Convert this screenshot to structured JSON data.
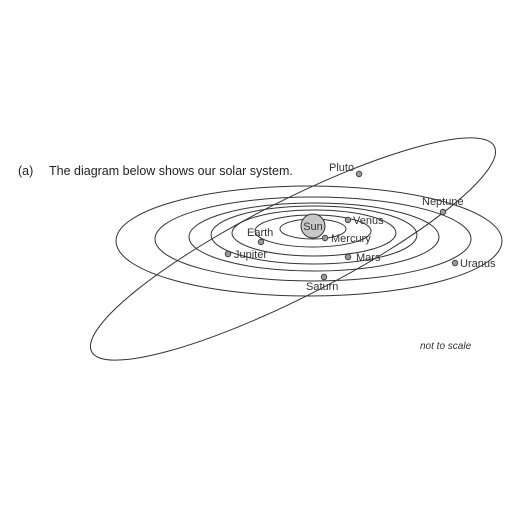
{
  "question": {
    "part": "(a)",
    "text": "The diagram below shows our solar system."
  },
  "diagram": {
    "sun_label": "Sun",
    "planets": {
      "mercury": "Mercury",
      "venus": "Venus",
      "earth": "Earth",
      "mars": "Mars",
      "jupiter": "Jupiter",
      "saturn": "Saturn",
      "uranus": "Uranus",
      "neptune": "Neptune",
      "pluto": "Pluto"
    }
  },
  "note": "not to scale"
}
